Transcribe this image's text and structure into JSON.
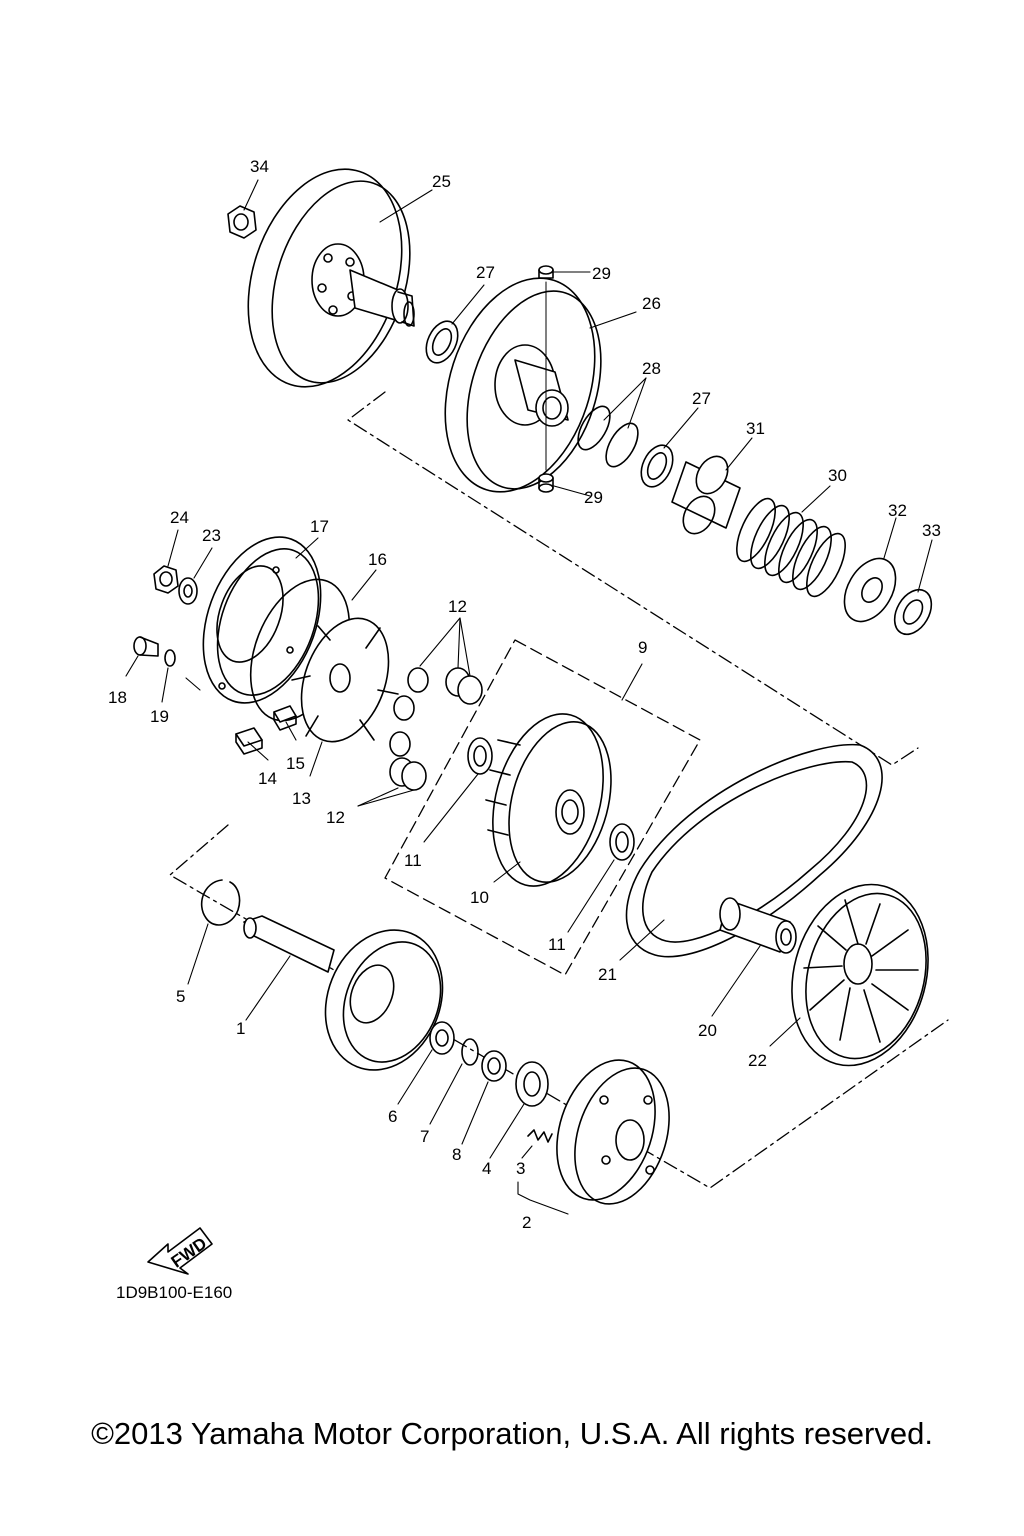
{
  "callouts": {
    "p1": "1",
    "p2": "2",
    "p3": "3",
    "p4": "4",
    "p5": "5",
    "p6": "6",
    "p7": "7",
    "p8": "8",
    "p9": "9",
    "p10": "10",
    "p11a": "11",
    "p11b": "11",
    "p12a": "12",
    "p12b": "12",
    "p13": "13",
    "p14": "14",
    "p15": "15",
    "p16": "16",
    "p17": "17",
    "p18": "18",
    "p19": "19",
    "p20": "20",
    "p21": "21",
    "p22": "22",
    "p23": "23",
    "p24": "24",
    "p25": "25",
    "p26": "26",
    "p27a": "27",
    "p27b": "27",
    "p28": "28",
    "p29a": "29",
    "p29b": "29",
    "p30": "30",
    "p31": "31",
    "p32": "32",
    "p33": "33",
    "p34": "34"
  },
  "fwd_label": "FWD",
  "diagram_code": "1D9B100-E160",
  "copyright": "©2013 Yamaha Motor Corporation, U.S.A. All rights reserved."
}
